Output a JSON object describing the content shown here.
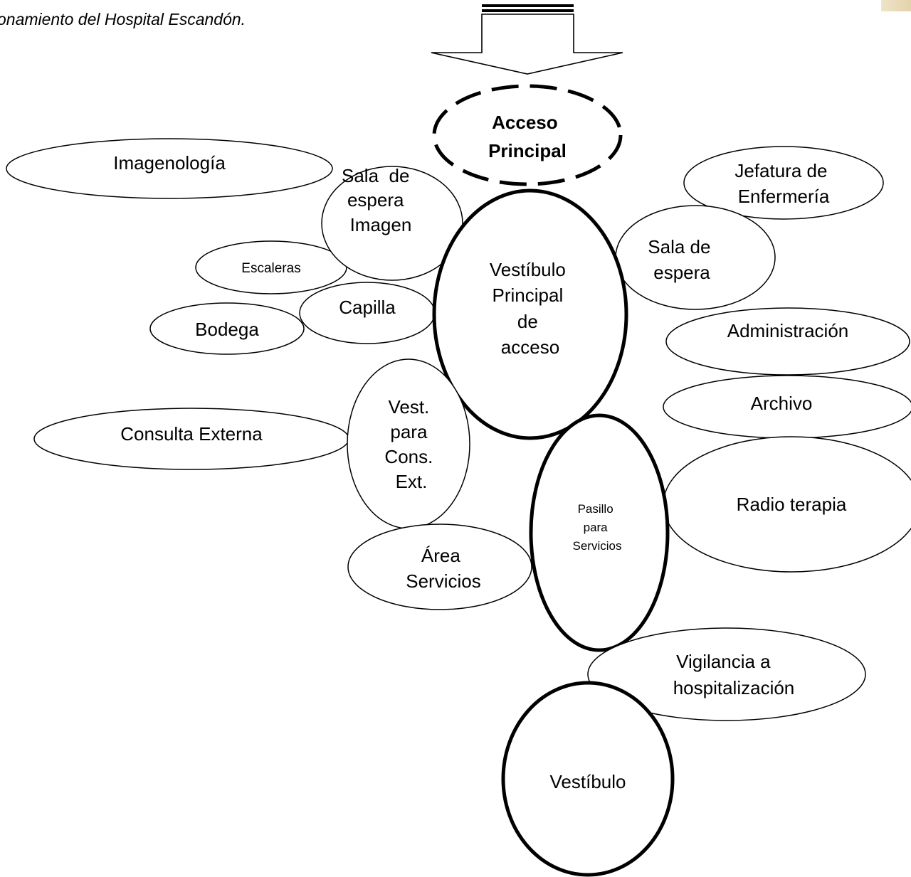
{
  "caption": "onamiento del Hospital Escandón.",
  "nodes": {
    "acceso_principal": [
      "Acceso",
      "Principal"
    ],
    "imagenologia": [
      "Imagenología"
    ],
    "sala_espera_imagen": [
      "Sala  de",
      "espera",
      "Imagen"
    ],
    "jefatura_enfermeria": [
      "Jefatura  de",
      "Enfermería"
    ],
    "vestibulo_principal": [
      "Vestíbulo",
      "Principal",
      "de",
      "acceso"
    ],
    "sala_espera": [
      "Sala de",
      "espera"
    ],
    "escaleras": [
      "Escaleras"
    ],
    "capilla": [
      "Capilla"
    ],
    "bodega": [
      "Bodega"
    ],
    "administracion": [
      "Administración"
    ],
    "archivo": [
      "Archivo"
    ],
    "vest_cons_ext": [
      "Vest.",
      "para",
      "Cons.",
      "Ext."
    ],
    "consulta_externa": [
      "Consulta Externa"
    ],
    "pasillo_servicios": [
      "Pasillo",
      "para",
      "Servicios"
    ],
    "radio_terapia": [
      "Radio terapia"
    ],
    "area_servicios": [
      "Área",
      "Servicios"
    ],
    "vigilancia_hospitalizacion": [
      "Vigilancia a",
      "hospitalización"
    ],
    "vestibulo": [
      "Vestíbulo"
    ]
  }
}
